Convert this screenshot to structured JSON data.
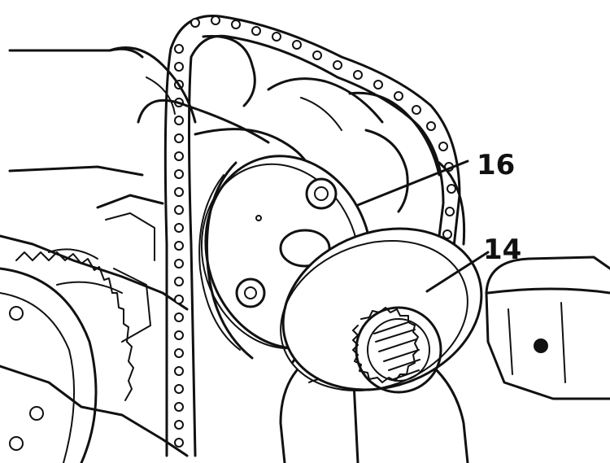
{
  "callouts": [
    {
      "label": "16",
      "part": "sprocket"
    },
    {
      "label": "14",
      "part": "ring"
    }
  ]
}
